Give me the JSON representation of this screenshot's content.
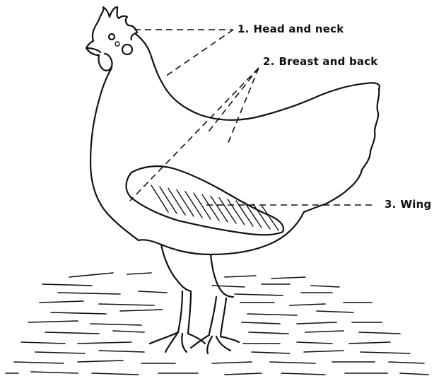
{
  "labels": [
    {
      "number": "1.",
      "text": "Head and neck"
    },
    {
      "number": "2.",
      "text": "Breast and back"
    },
    {
      "number": "3.",
      "text": "Wing"
    }
  ],
  "colors": {
    "ink": "#111111",
    "background": "#ffffff"
  }
}
